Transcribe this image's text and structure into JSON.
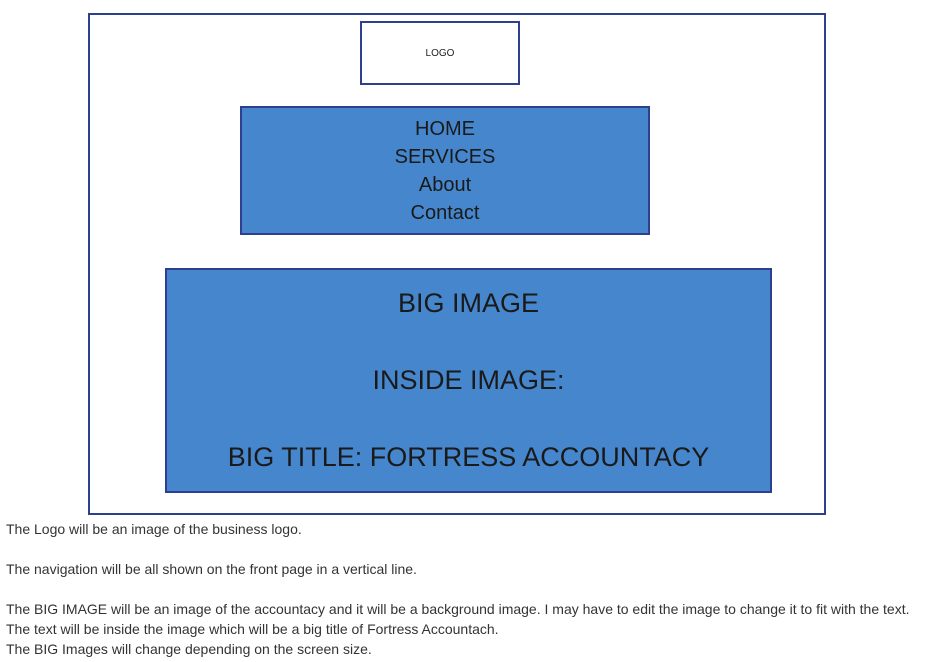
{
  "wireframe": {
    "logo_label": "LOGO",
    "nav_items": [
      "HOME",
      "SERVICES",
      "About",
      "Contact"
    ],
    "image_lines": [
      "BIG IMAGE",
      "INSIDE IMAGE:",
      "BIG TITLE: FORTRESS ACCOUNTACY"
    ]
  },
  "notes": {
    "logo": "The Logo will be an image of the business logo.",
    "navigation": "The navigation will be all shown on the front page in a vertical line.",
    "image_1": "The BIG IMAGE will be an image of the accountacy and it will be a background image. I may have to edit the image to change it to fit with the text.",
    "image_2": "The text will be inside the image which will be a big title of Fortress Accountach.",
    "image_3": "The BIG Images will change depending on the screen size."
  },
  "colors": {
    "box_fill": "#4586cc",
    "border": "#2f3f8f"
  }
}
